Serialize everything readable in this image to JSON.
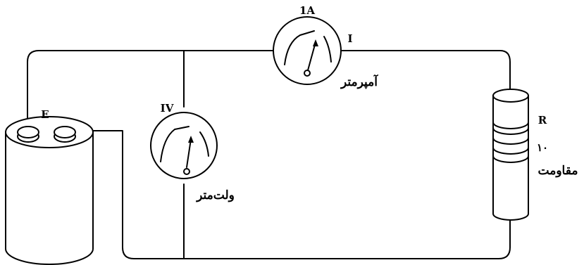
{
  "battery": {
    "label": "E"
  },
  "ammeter": {
    "range_label": "1A",
    "current_label": "I",
    "name": "آمپرمتر"
  },
  "voltmeter": {
    "range_label": "IV",
    "name": "ولت‌متر"
  },
  "resistor": {
    "label": "R",
    "value_label": "۱۰",
    "name": "مقاومت"
  }
}
